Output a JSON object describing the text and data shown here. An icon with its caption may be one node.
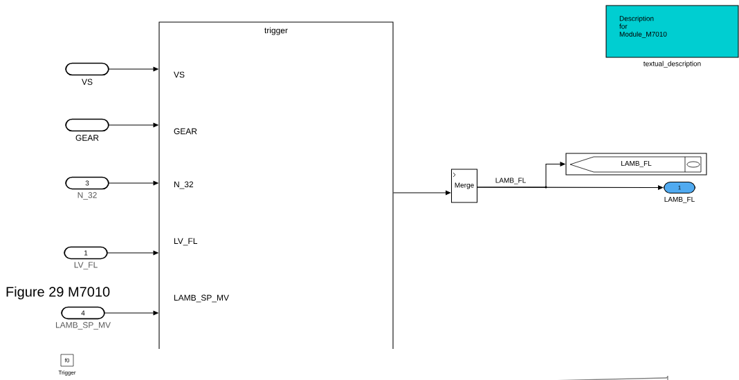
{
  "diagram": {
    "caption": "Figure 29 M7010",
    "nodes": [
      {
        "text": [
          "trigger",
          "VS",
          "GEAR",
          "N_32",
          "LV_FL",
          "LAMB_SP_MV"
        ]
      },
      {
        "text": [],
        "shape": "box",
        "beside": [
          "VS"
        ]
      },
      {
        "text": [],
        "shape": "box",
        "beside": [
          "GEAR"
        ]
      },
      {
        "text": [
          "3"
        ],
        "beside": [
          "N_32"
        ]
      },
      {
        "text": [
          "1"
        ],
        "beside": [
          "LV_FL"
        ]
      },
      {
        "text": [
          "4"
        ],
        "beside": [
          "LAMB_SP_MV"
        ]
      },
      {
        "text": [
          "Merge"
        ]
      },
      {
        "text": [
          "LAMB_FL"
        ]
      },
      {
        "text": [
          "1"
        ],
        "beside": [
          "LAMB_FL"
        ]
      },
      {
        "text": [
          "Description for Module_M7010"
        ],
        "beside": [
          "textual_description"
        ]
      },
      {
        "text": [
          "f0"
        ],
        "beside": [
          "Trigger"
        ]
      }
    ],
    "edges": [
      {
        "from": 1,
        "to": 0,
        "arrow": "to"
      },
      {
        "from": 2,
        "to": 0,
        "arrow": "to"
      },
      {
        "from": 3,
        "to": 0,
        "arrow": "to"
      },
      {
        "from": 4,
        "to": 0,
        "arrow": "to"
      },
      {
        "from": 5,
        "to": 0,
        "arrow": "to"
      },
      {
        "from": 0,
        "to": 6,
        "arrow": "to"
      },
      {
        "from": 6,
        "to": 7,
        "arrow": "to",
        "label": "LAMB_FL"
      },
      {
        "from": 6,
        "to": 8,
        "arrow": "to"
      }
    ]
  }
}
